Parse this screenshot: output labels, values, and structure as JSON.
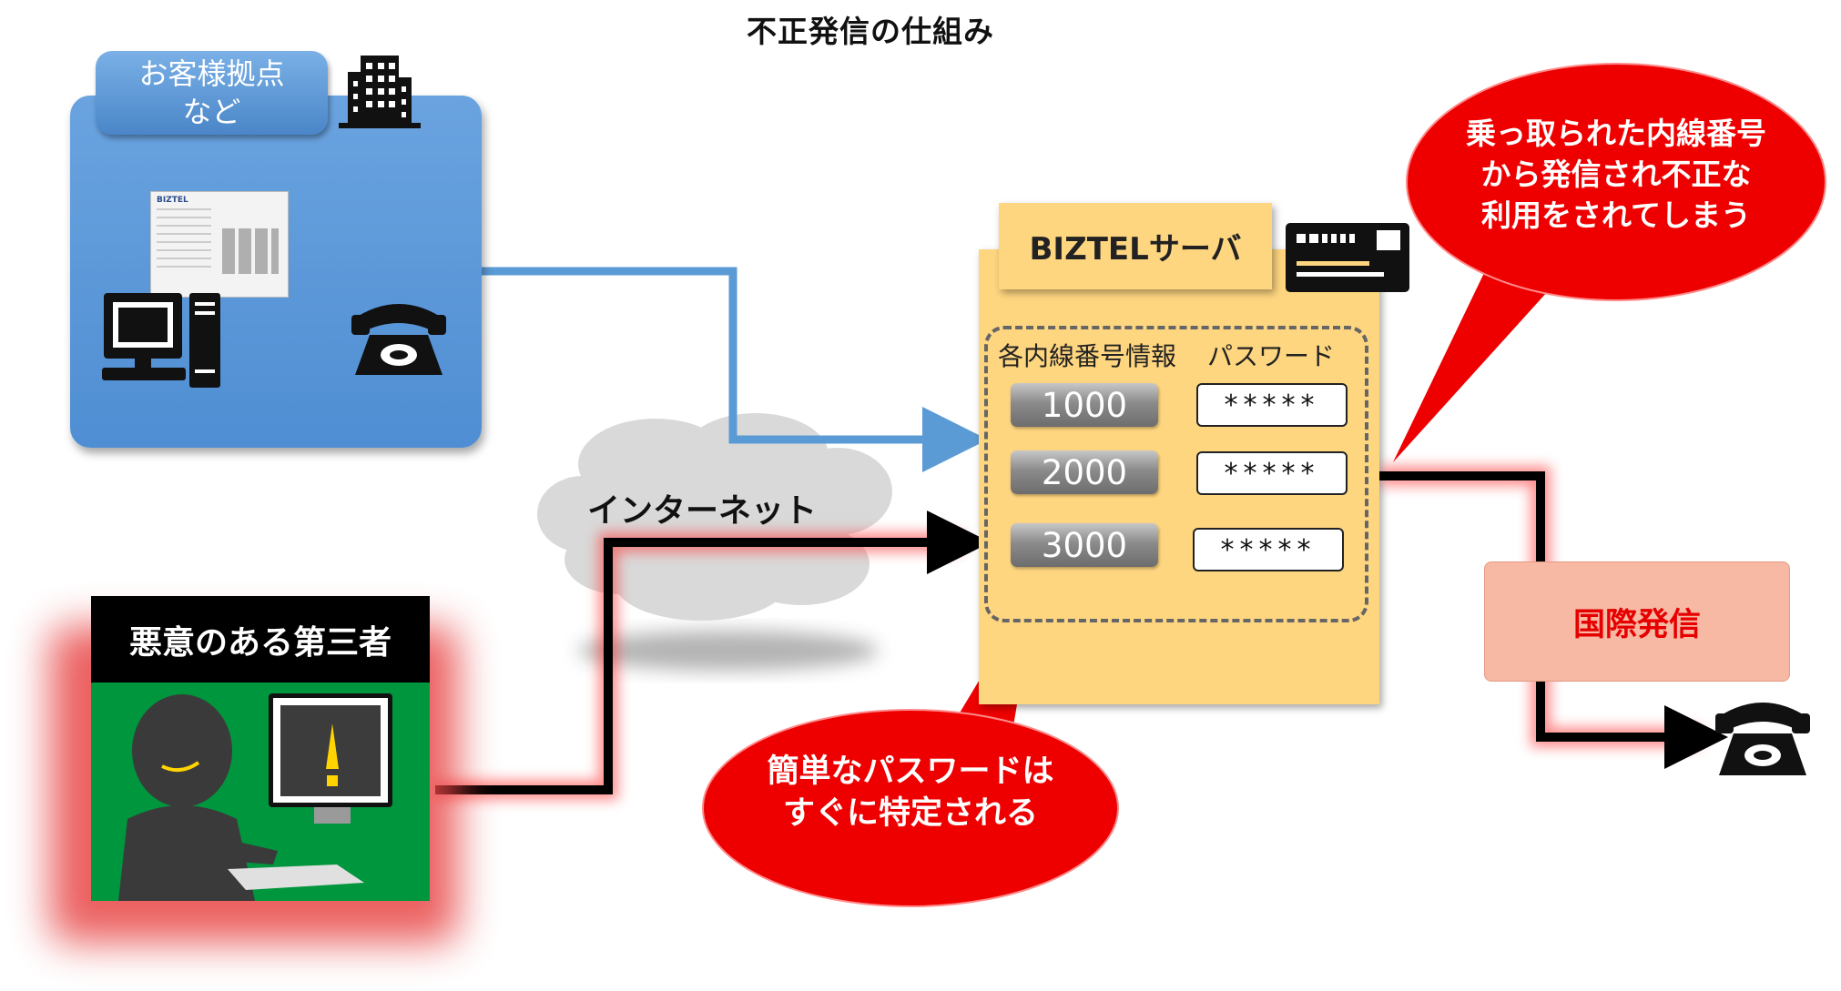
{
  "title": "不正発信の仕組み",
  "customer_site": {
    "label": "お客様拠点\nなど",
    "screenshot_logo": "BIZTEL"
  },
  "server": {
    "label": "BIZTELサーバ",
    "column_extensions": "各内線番号情報",
    "column_passwords": "パスワード",
    "rows": [
      {
        "extension": "1000",
        "password": "*****"
      },
      {
        "extension": "2000",
        "password": "*****"
      },
      {
        "extension": "3000",
        "password": "*****"
      }
    ]
  },
  "internet_label": "インターネット",
  "attacker_label": "悪意のある第三者",
  "callout_password": "簡単なパスワードは\nすぐに特定される",
  "callout_hijack": "乗っ取られた内線番号\nから発信され不正な\n利用をされてしまう",
  "international_call": "国際発信",
  "colors": {
    "site_blue": "#5b9bd9",
    "server_yellow": "#ffd680",
    "callout_red": "#ee0000",
    "attacker_green": "#00963e",
    "international_fill": "#f7b8a4",
    "international_text": "#e60000",
    "flow_blue": "#5b9bd5",
    "flow_attack": "#000000"
  },
  "icons": [
    "building-icon",
    "computer-icon",
    "telephone-icon",
    "server-card-icon",
    "telephone-icon"
  ]
}
